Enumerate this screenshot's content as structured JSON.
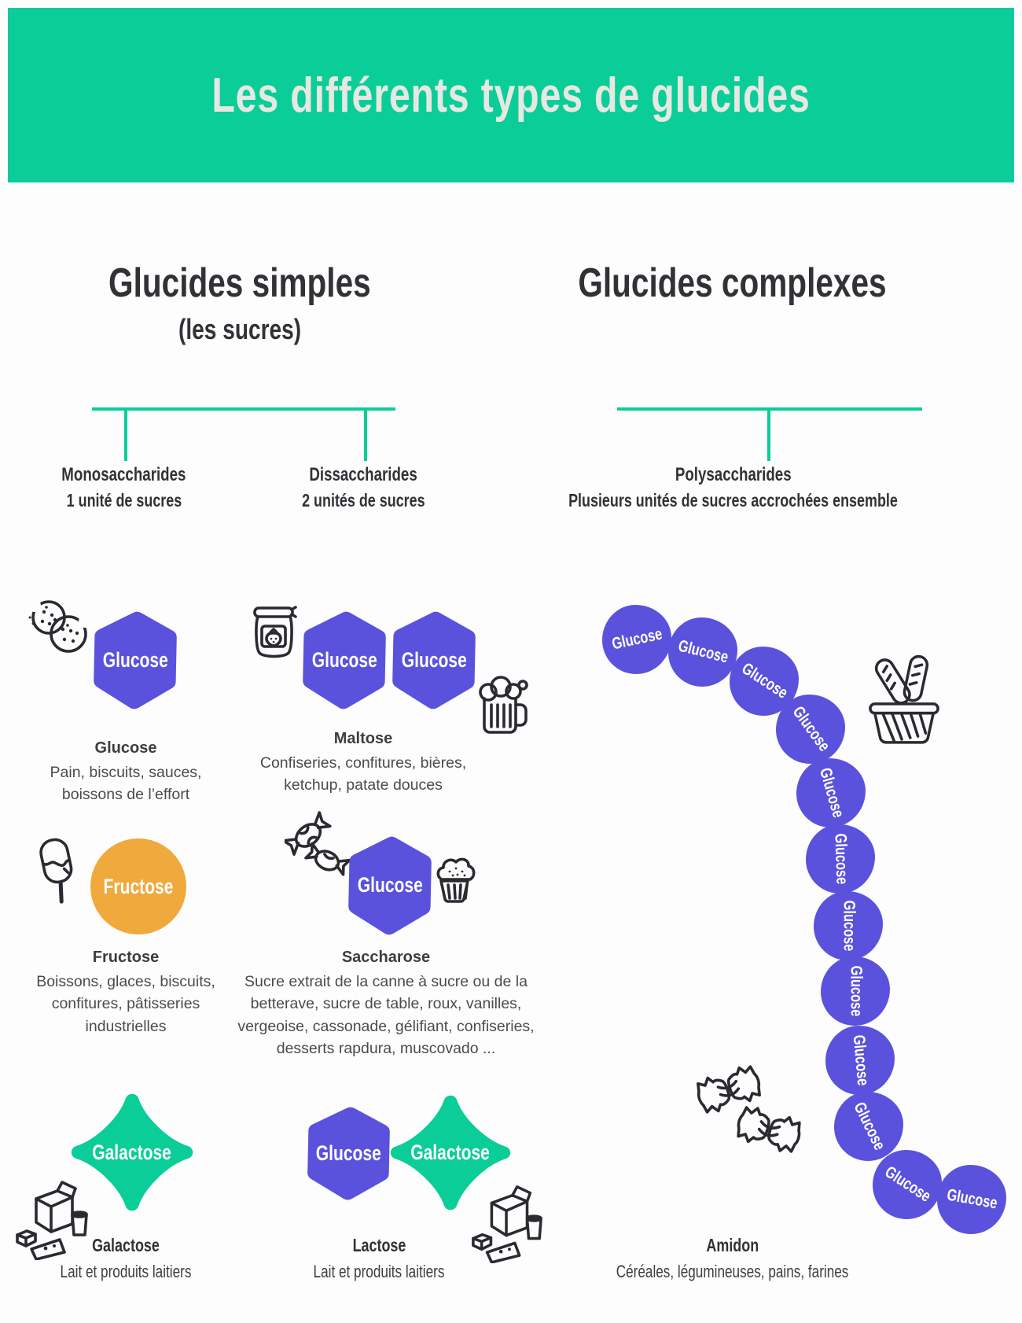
{
  "page": {
    "title": "Les différents types de glucides"
  },
  "colors": {
    "green": "#0BCD98",
    "purple": "#5A52DC",
    "orange": "#F0A93C",
    "heading": "#313236",
    "body_text": "#4A4B50"
  },
  "sections": {
    "simples": {
      "title": "Glucides simples",
      "subtitle": "(les sucres)"
    },
    "complexes": {
      "title": "Glucides complexes"
    }
  },
  "branches": {
    "monosaccharides": {
      "name": "Monosaccharides",
      "detail": "1 unité de sucres"
    },
    "dissaccharides": {
      "name": "Dissaccharides",
      "detail": "2 unités de sucres"
    },
    "polysaccharides": {
      "name": "Polysaccharides",
      "detail": "Plusieurs unités de sucres accrochées ensemble"
    }
  },
  "units": {
    "glucose": "Glucose",
    "fructose": "Fructose",
    "galactose": "Galactose"
  },
  "entries": {
    "glucose": {
      "name": "Glucose",
      "foods": "Pain, biscuits, sauces, boissons de l’effort"
    },
    "fructose": {
      "name": "Fructose",
      "foods": "Boissons, glaces, biscuits, confitures, pâtisseries industrielles"
    },
    "galactose": {
      "name": "Galactose",
      "foods": "Lait et produits laitiers"
    },
    "maltose": {
      "name": "Maltose",
      "foods": "Confiseries, confitures, bières, ketchup, patate douces"
    },
    "saccharose": {
      "name": "Saccharose",
      "foods": "Sucre extrait de la canne à sucre ou de la betterave, sucre de table, roux, vanilles, vergeoise, cassonade, gélifiant, confiseries, desserts rapdura, muscovado ..."
    },
    "lactose": {
      "name": "Lactose",
      "foods": "Lait et produits laitiers"
    },
    "amidon": {
      "name": "Amidon",
      "foods": "Céréales, légumineuses, pains, farines"
    }
  },
  "polysaccharide_chain": {
    "unit_label": "Glucose",
    "unit_count": 12
  },
  "icons": [
    "cookies-icon",
    "popsicle-icon",
    "dairy-products-icon",
    "jam-jar-icon",
    "beer-mug-icon",
    "candy-icon",
    "cupcake-icon",
    "bread-basket-icon",
    "farfalle-pasta-icon"
  ]
}
